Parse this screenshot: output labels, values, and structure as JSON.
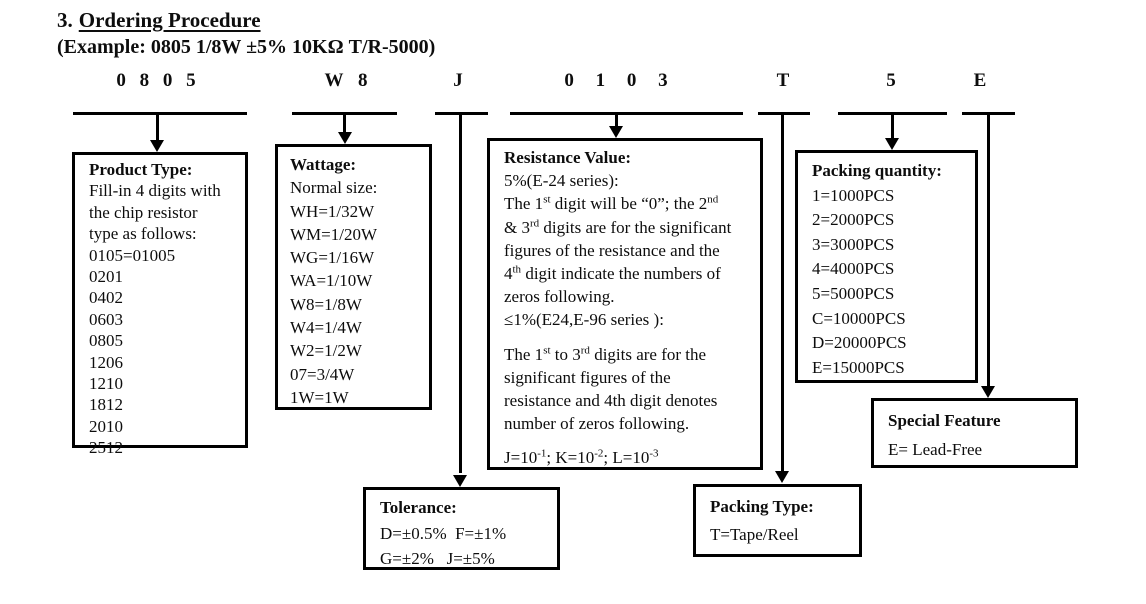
{
  "header": {
    "section_number": "3.",
    "title": "Ordering Procedure",
    "example": "(Example: 0805 1/8W ±5% 10KΩ T/R-5000)"
  },
  "codes": [
    "0 8 0 5",
    "W 8",
    "J",
    "0 1 0 3",
    "T",
    "5",
    "E"
  ],
  "boxes": {
    "product_type": {
      "title": "Product Type:",
      "lines": [
        "Fill-in 4 digits with",
        "the chip resistor",
        "type as follows:",
        "0105=01005",
        "0201",
        "0402",
        "0603",
        "0805",
        "1206",
        "1210",
        "1812",
        "2010",
        "2512"
      ]
    },
    "wattage": {
      "title": "Wattage:",
      "lines": [
        "Normal size:",
        "WH=1/32W",
        "WM=1/20W",
        "WG=1/16W",
        "WA=1/10W",
        "W8=1/8W",
        "W4=1/4W",
        "W2=1/2W",
        "07=3/4W",
        "1W=1W"
      ]
    },
    "resistance_value": {
      "title": "Resistance Value:",
      "lines": [
        "5%(E-24 series):",
        [
          {
            "t": "The 1"
          },
          {
            "t": "st",
            "sup": true
          },
          {
            "t": " digit will be “0”; the 2"
          },
          {
            "t": "nd",
            "sup": true
          }
        ],
        [
          {
            "t": "& 3"
          },
          {
            "t": "rd",
            "sup": true
          },
          {
            "t": " digits are for the significant"
          }
        ],
        "figures of the resistance and the",
        [
          {
            "t": "4"
          },
          {
            "t": "th",
            "sup": true
          },
          {
            "t": " digit indicate the numbers of"
          }
        ],
        "zeros following.",
        "≤1%(E24,E-96 series ):",
        "",
        [
          {
            "t": "The 1"
          },
          {
            "t": "st",
            "sup": true
          },
          {
            "t": " to 3"
          },
          {
            "t": "rd",
            "sup": true
          },
          {
            "t": " digits are for the"
          }
        ],
        "significant figures of the",
        "resistance and 4th digit denotes",
        "number of zeros following.",
        "",
        [
          {
            "t": "J=10"
          },
          {
            "t": "-1",
            "sup": true
          },
          {
            "t": "; K=10"
          },
          {
            "t": "-2",
            "sup": true
          },
          {
            "t": "; L=10"
          },
          {
            "t": "-3",
            "sup": true
          }
        ]
      ]
    },
    "packing_quantity": {
      "title": "Packing quantity:",
      "lines": [
        "1=1000PCS",
        "2=2000PCS",
        "3=3000PCS",
        "4=4000PCS",
        "5=5000PCS",
        "C=10000PCS",
        "D=20000PCS",
        "E=15000PCS"
      ]
    },
    "special_feature": {
      "title": "Special Feature",
      "lines": [
        "E= Lead-Free"
      ]
    },
    "tolerance": {
      "title": "Tolerance:",
      "lines": [
        "D=±0.5%  F=±1%",
        "G=±2%   J=±5%"
      ]
    },
    "packing_type": {
      "title": "Packing Type:",
      "lines": [
        "T=Tape/Reel"
      ]
    }
  }
}
